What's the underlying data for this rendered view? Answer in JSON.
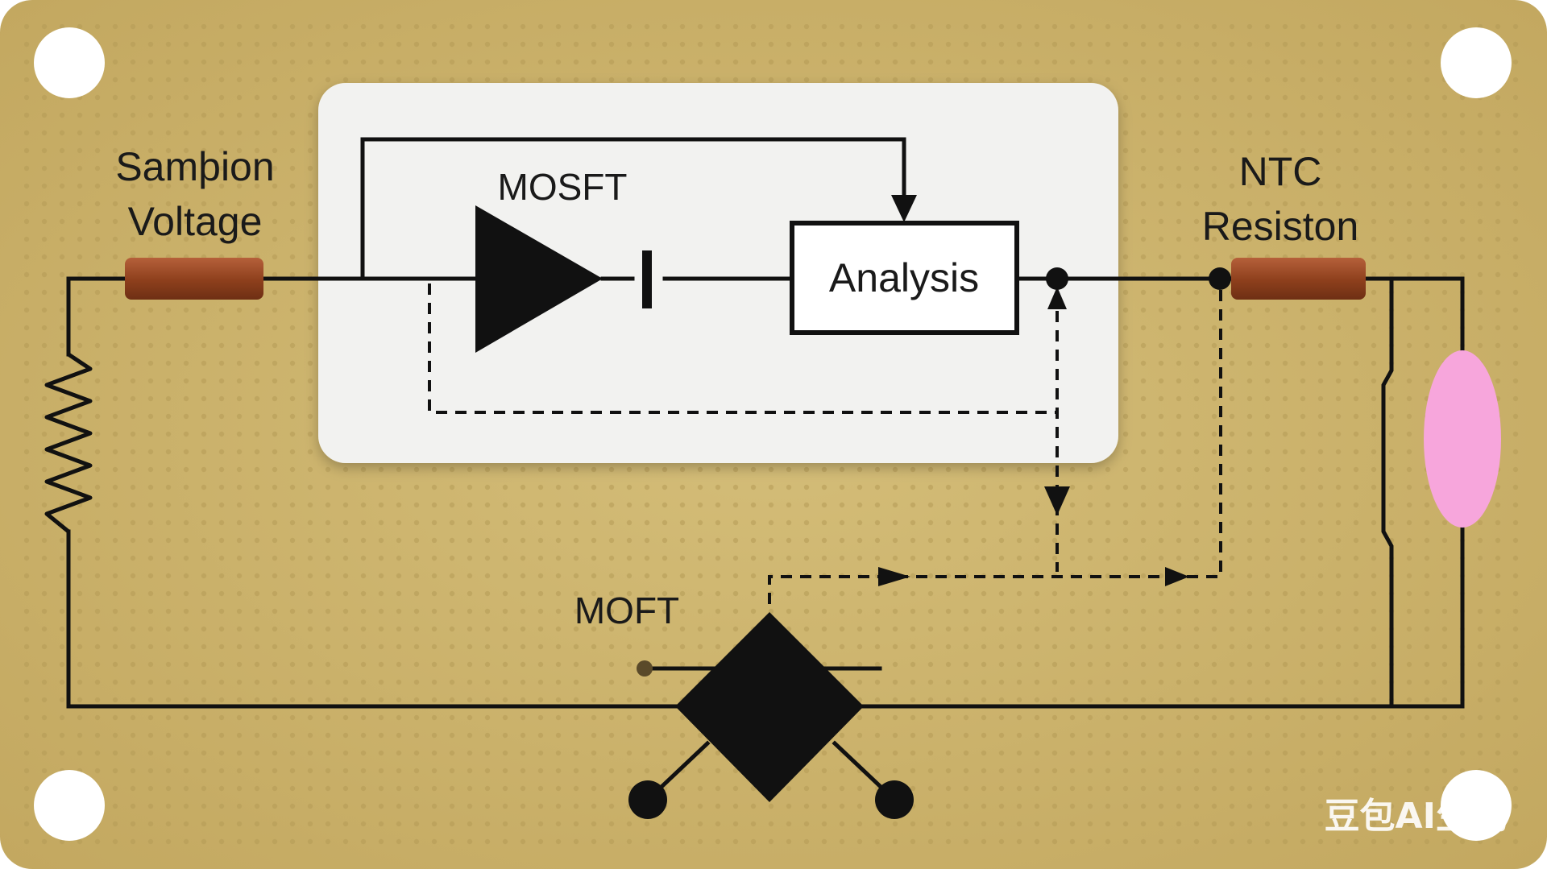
{
  "labels": {
    "sampling_line1": "Samþion",
    "sampling_line2": "Voltage",
    "mosfet_top": "MOSFT",
    "analysis": "Analysis",
    "ntc_line1": "NTC",
    "ntc_line2": "Resiston",
    "mosfet_bottom": "MOFT",
    "watermark": "豆包AI生成"
  },
  "colors": {
    "board": "#cdb56f",
    "board_dots": "#b49a55",
    "panel": "#f2f2f0",
    "wire": "#111111",
    "resistor": "#9b4a22",
    "pink_component": "#f7a6dc",
    "mount_hole": "#ffffff"
  },
  "icons": [
    "amplifier-triangle-icon",
    "capacitor-icon",
    "zigzag-resistor-icon",
    "diamond-mosfet-icon",
    "arrowhead-icon"
  ]
}
